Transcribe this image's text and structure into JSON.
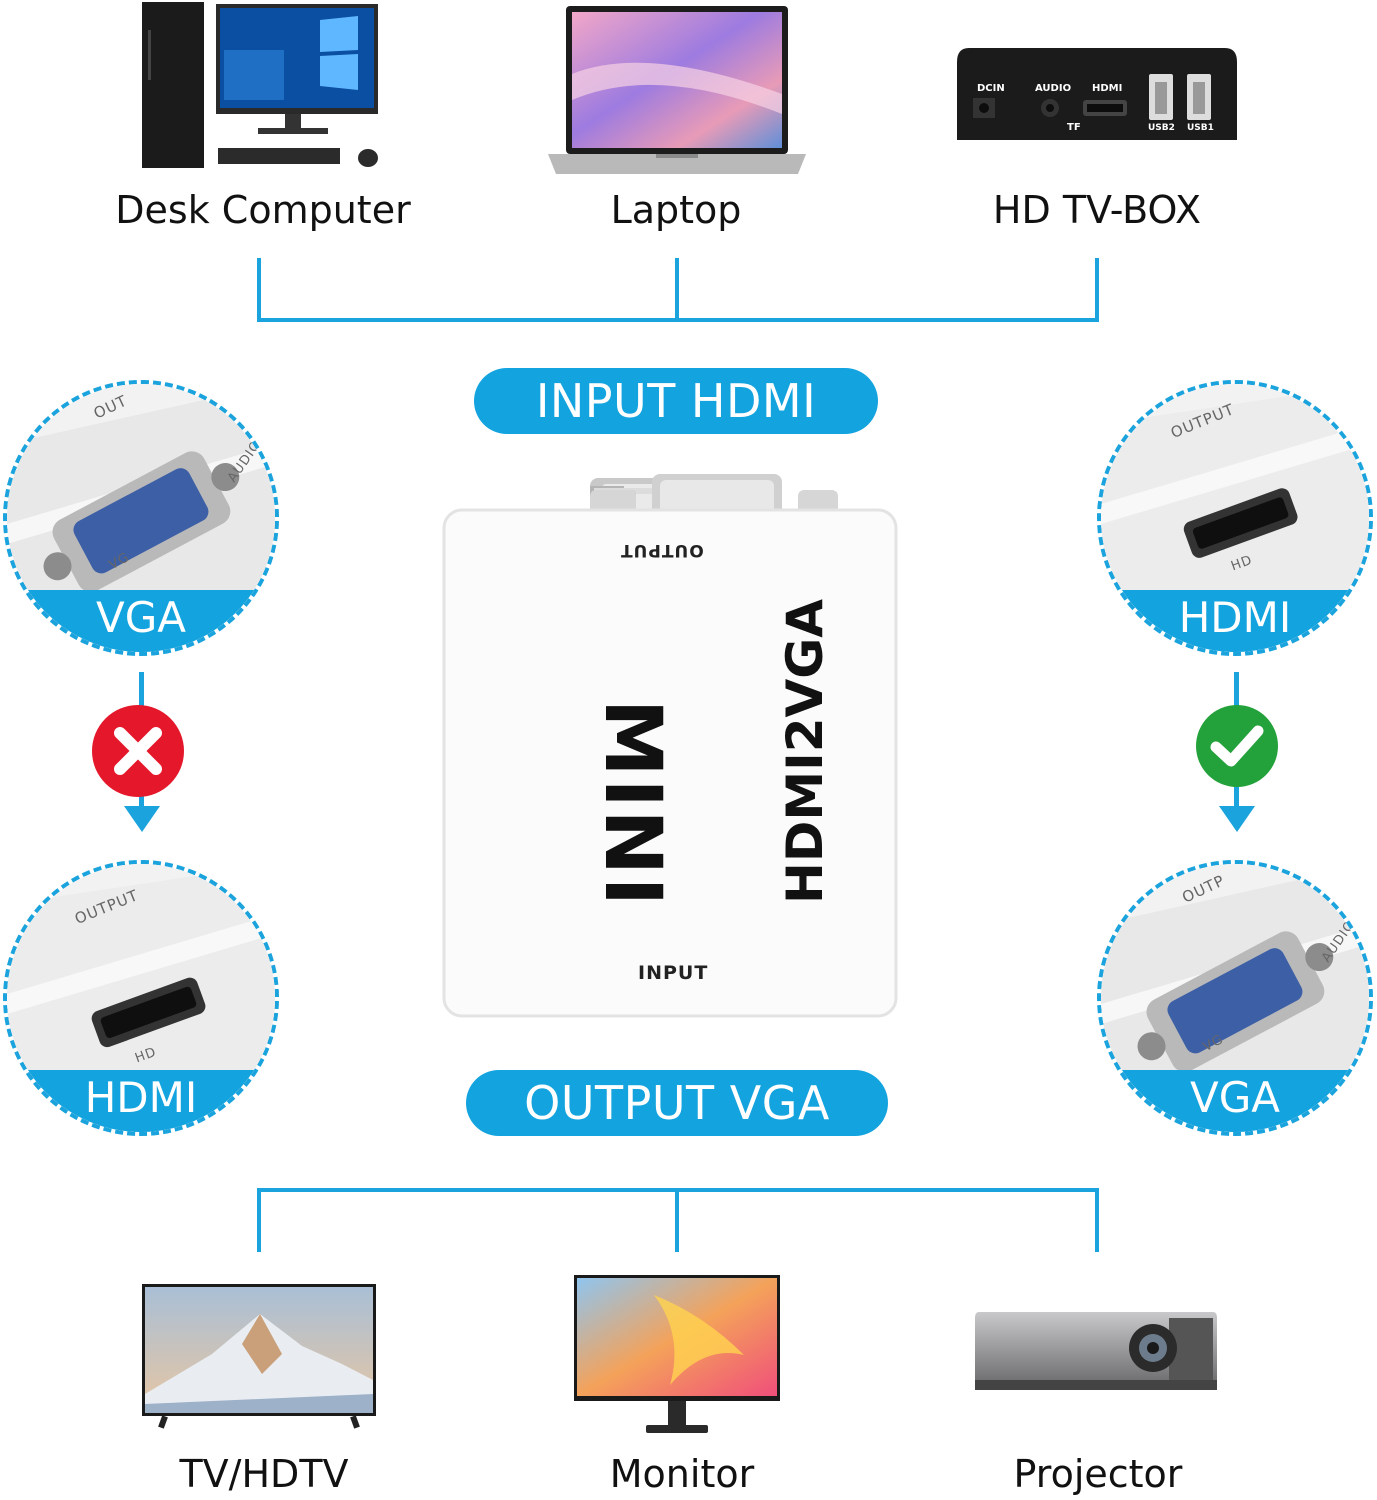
{
  "sources": [
    {
      "label": "Desk Computer",
      "icon": "desk-computer-icon"
    },
    {
      "label": "Laptop",
      "icon": "laptop-icon"
    },
    {
      "label": "HD TV-BOX",
      "icon": "tv-box-icon"
    }
  ],
  "tvbox_ports": {
    "dcin": "DCIN",
    "audio": "AUDIO",
    "hdmi": "HDMI",
    "tf": "TF",
    "usb2": "USB2",
    "usb1": "USB1"
  },
  "displays": [
    {
      "label": "TV/HDTV",
      "icon": "tv-icon"
    },
    {
      "label": "Monitor",
      "icon": "monitor-icon"
    },
    {
      "label": "Projector",
      "icon": "projector-icon"
    }
  ],
  "input_pill": "INPUT HDMI",
  "output_pill": "OUTPUT VGA",
  "adapter": {
    "output_label": "OUTPUT",
    "input_label": "INPUT",
    "brand": "MINI",
    "model": "HDMI2VGA"
  },
  "left_column": {
    "top_port": "VGA",
    "top_port_text": "OUT",
    "top_port_text2": "AUDIO",
    "top_port_text3": "VG",
    "bottom_port": "HDMI",
    "bottom_port_text": "OUTPUT",
    "bottom_port_text2": "HD",
    "status": "wrong"
  },
  "right_column": {
    "top_port": "HDMI",
    "top_port_text": "OUTPUT",
    "top_port_text2": "HD",
    "bottom_port": "VGA",
    "bottom_port_text": "OUTP",
    "bottom_port_text2": "AUDIO",
    "bottom_port_text3": "VG",
    "status": "correct"
  },
  "colors": {
    "accent": "#13a3de",
    "wrong": "#e5172b",
    "correct": "#23a13a"
  }
}
